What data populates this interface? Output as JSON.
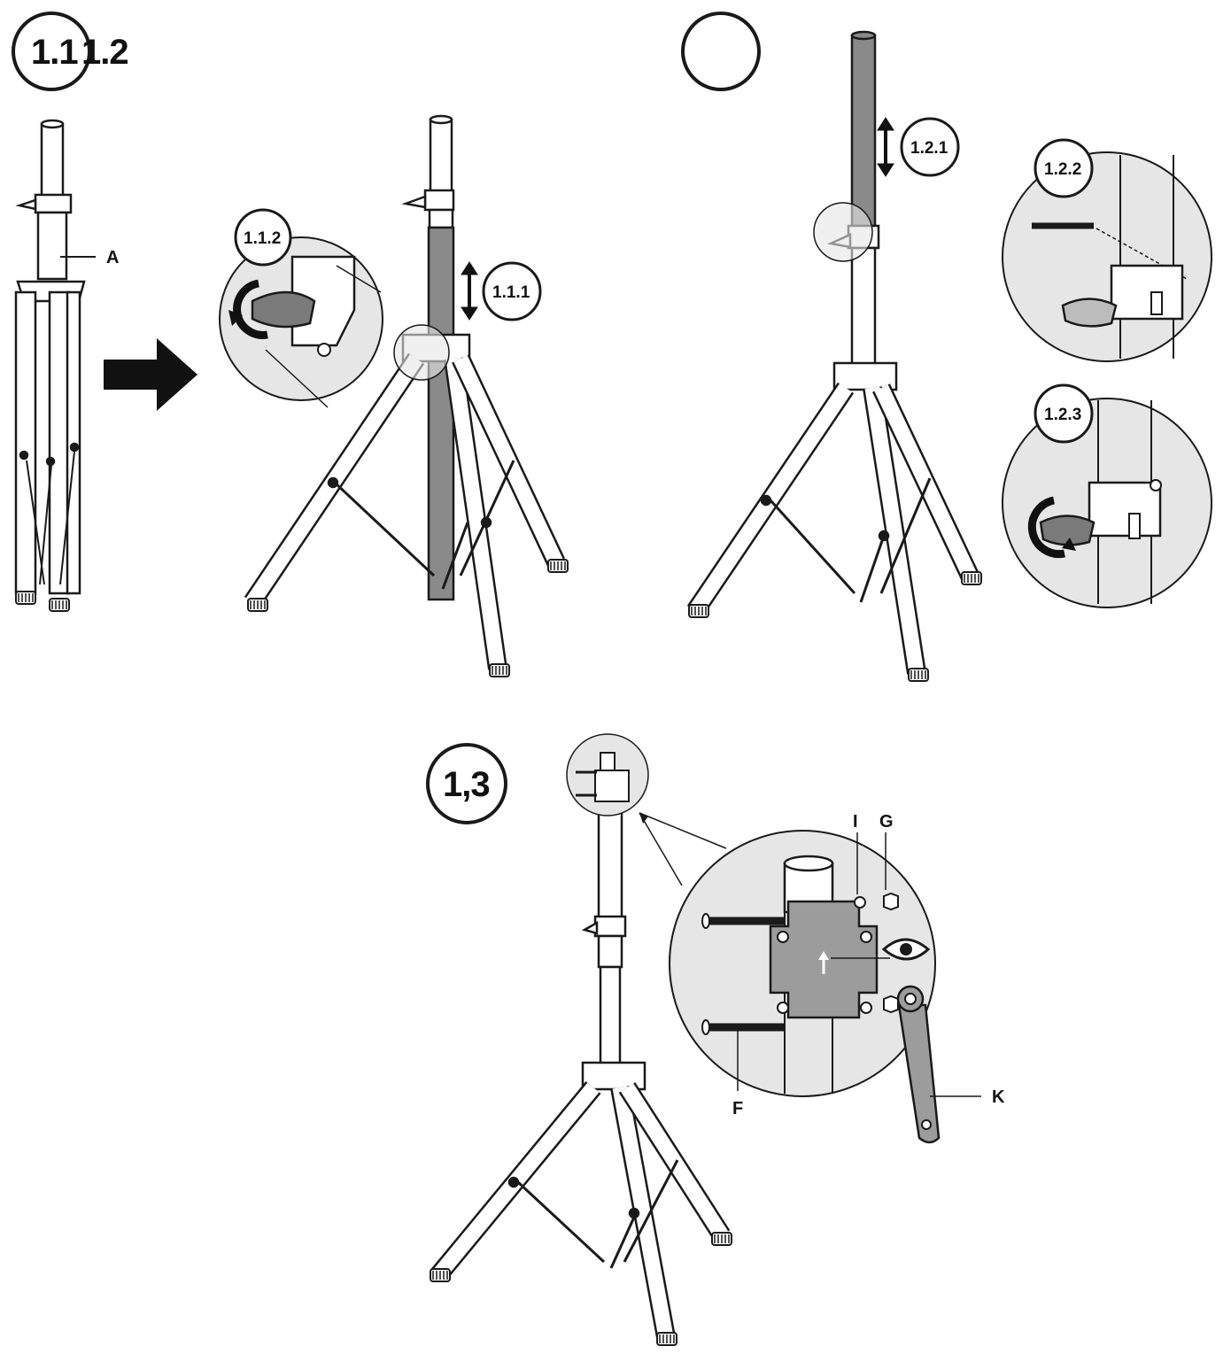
{
  "steps": {
    "s1": "1.1",
    "s1_overlap": "1.2",
    "s1_1_1": "1.1.1",
    "s1_1_2": "1.1.2",
    "s1_2_1": "1.2.1",
    "s1_2_2": "1.2.2",
    "s1_2_3": "1.2.3",
    "s1_3": "1,3"
  },
  "parts": {
    "A": "A",
    "I": "I",
    "G": "G",
    "F": "F",
    "K": "K"
  },
  "colors": {
    "line": "#1a1a1a",
    "detail_bg": "#e6e6e6",
    "dark_pole": "#8a8a8a",
    "plate": "#9c9c9c",
    "arrow": "#111111"
  }
}
